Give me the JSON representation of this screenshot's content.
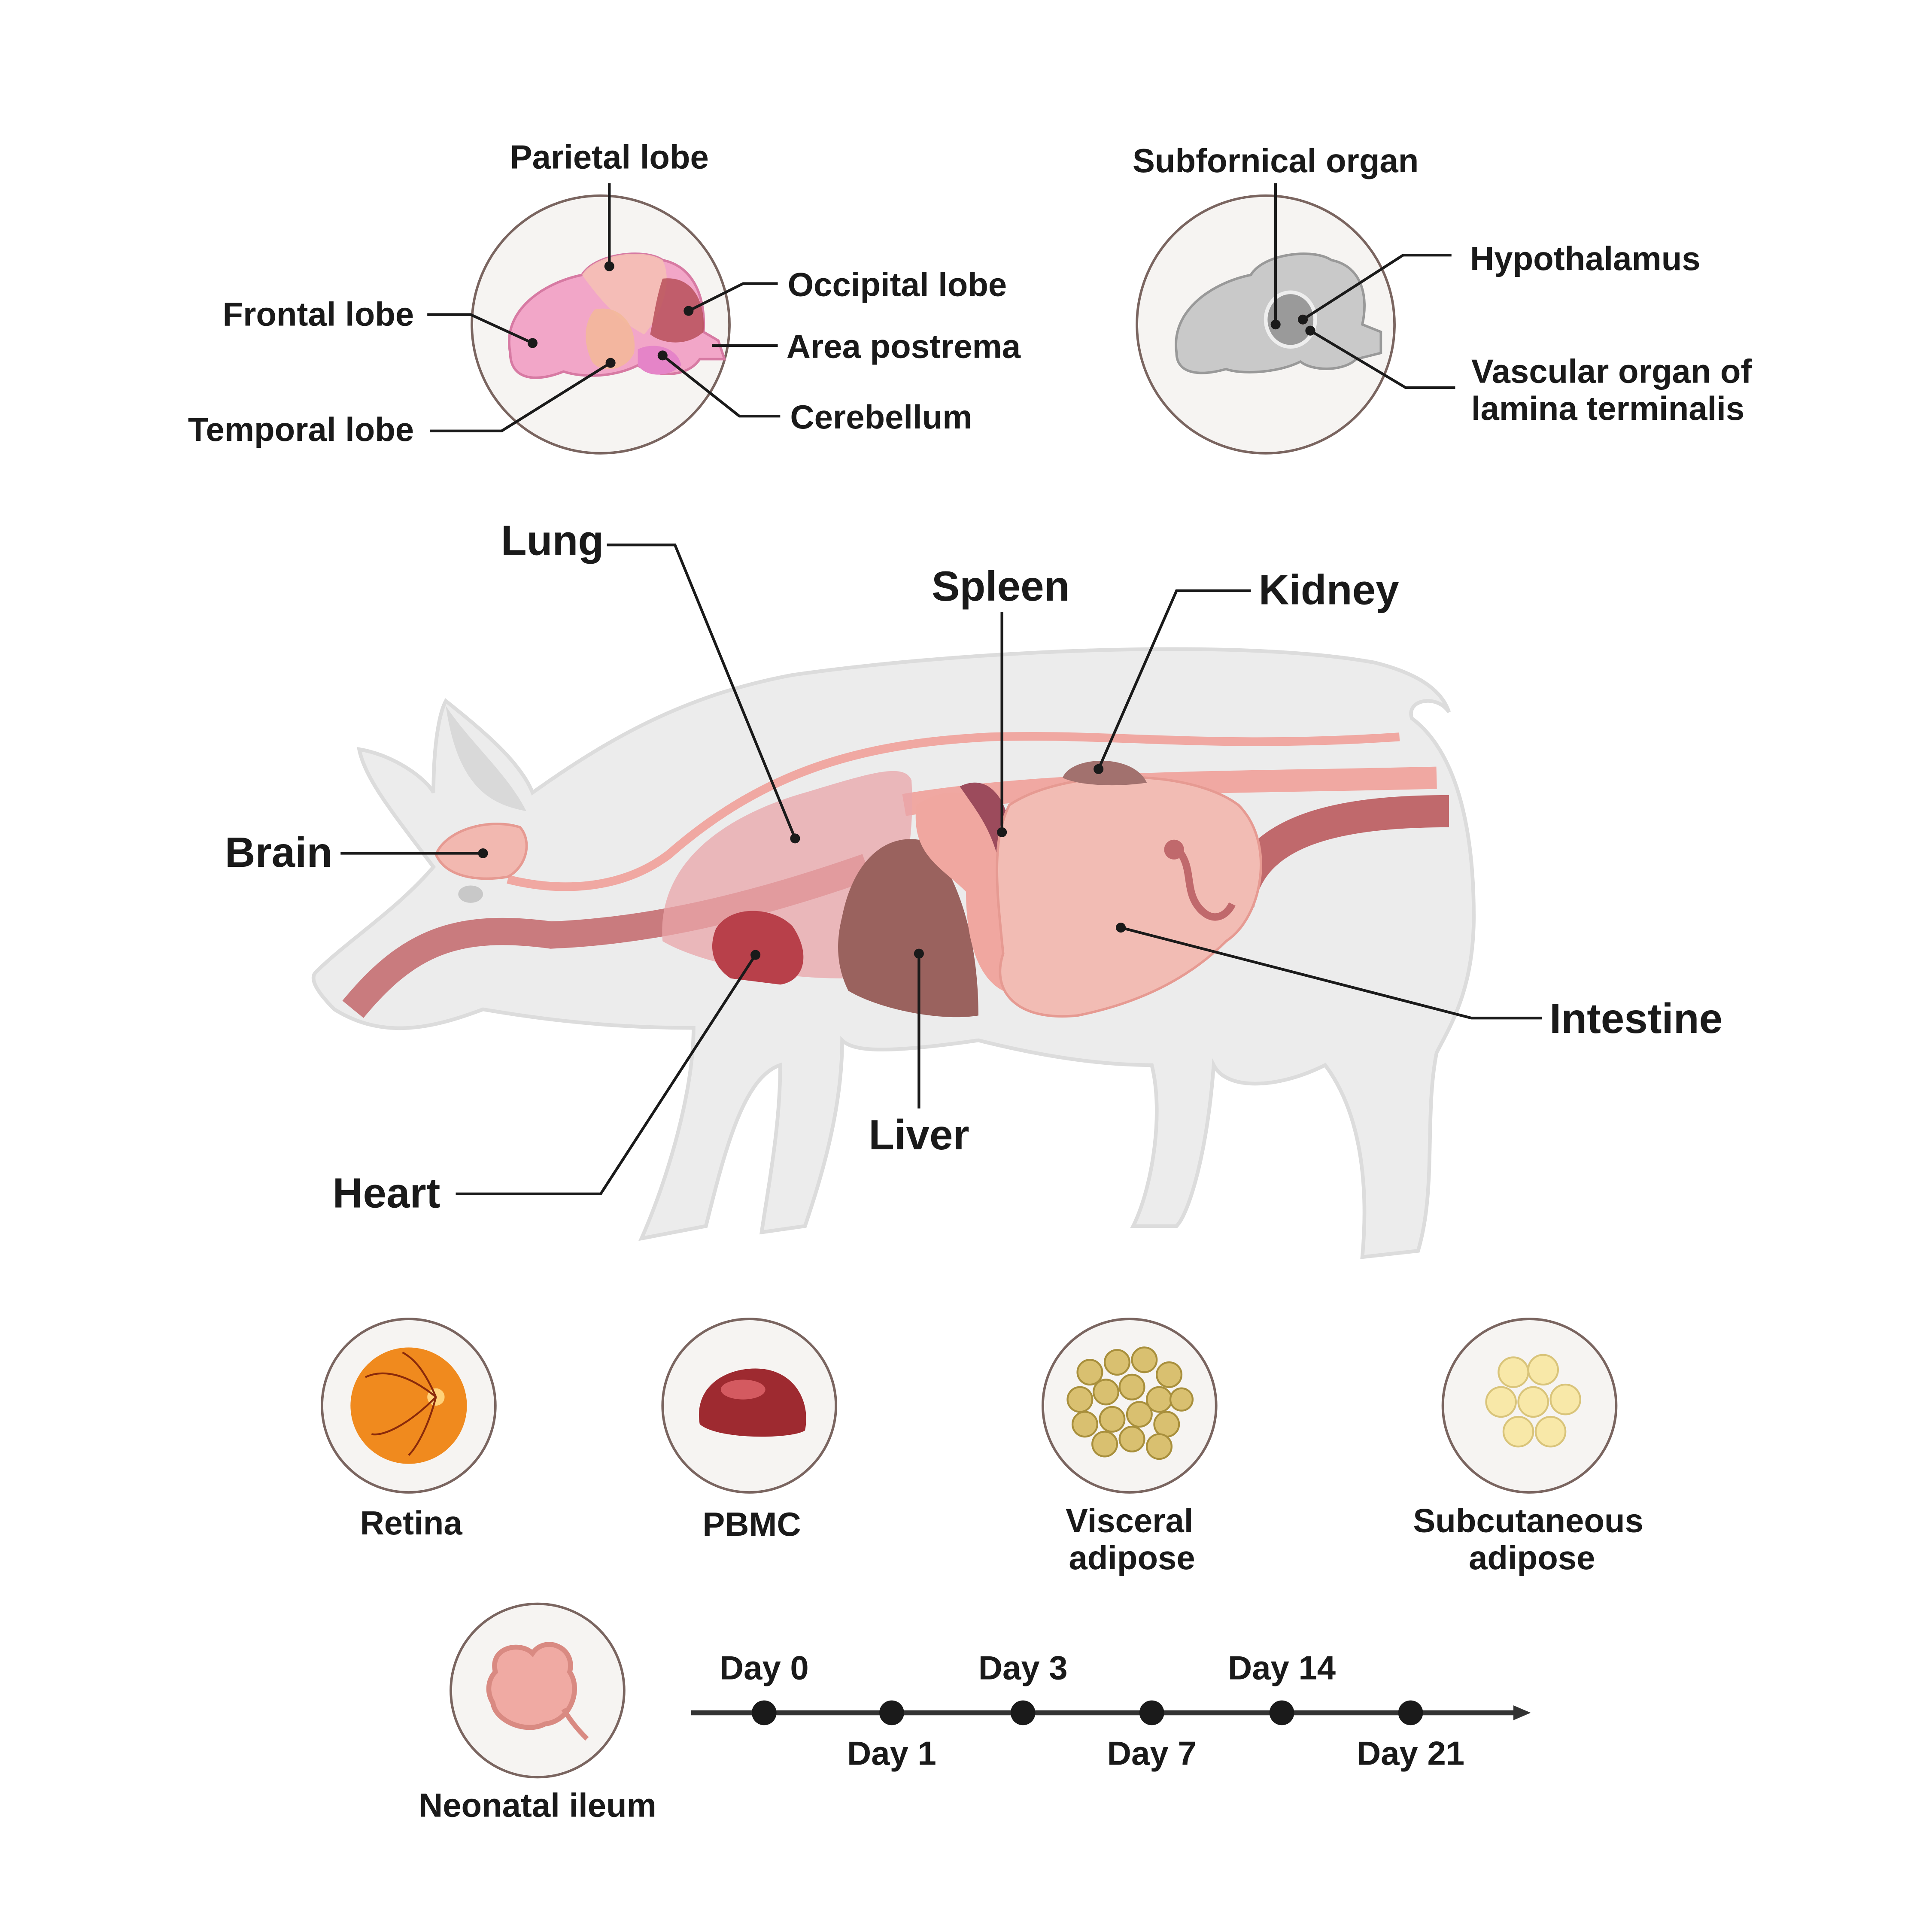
{
  "brain_lobes": {
    "parietal": "Parietal lobe",
    "frontal": "Frontal lobe",
    "temporal": "Temporal lobe",
    "occipital": "Occipital lobe",
    "area_postrema": "Area postrema",
    "cerebellum": "Cerebellum"
  },
  "brain_regions": {
    "subfornical": "Subfornical organ",
    "hypothalamus": "Hypothalamus",
    "vascular_line1": "Vascular organ of",
    "vascular_line2": "lamina terminalis"
  },
  "organs": {
    "lung": "Lung",
    "spleen": "Spleen",
    "kidney": "Kidney",
    "brain": "Brain",
    "intestine": "Intestine",
    "liver": "Liver",
    "heart": "Heart"
  },
  "tissues": {
    "retina": "Retina",
    "pbmc": "PBMC",
    "visceral_line1": "Visceral",
    "visceral_line2": "adipose",
    "subcutaneous_line1": "Subcutaneous",
    "subcutaneous_line2": "adipose",
    "ileum": "Neonatal ileum"
  },
  "timeline": {
    "days": [
      "Day 0",
      "Day 1",
      "Day 3",
      "Day 7",
      "Day 14",
      "Day 21"
    ]
  },
  "colors": {
    "body": "#ececec",
    "organ_pink": "#f0b3ab",
    "liver": "#9a625e",
    "heart": "#b8404a",
    "vessel": "#c97b7e"
  }
}
